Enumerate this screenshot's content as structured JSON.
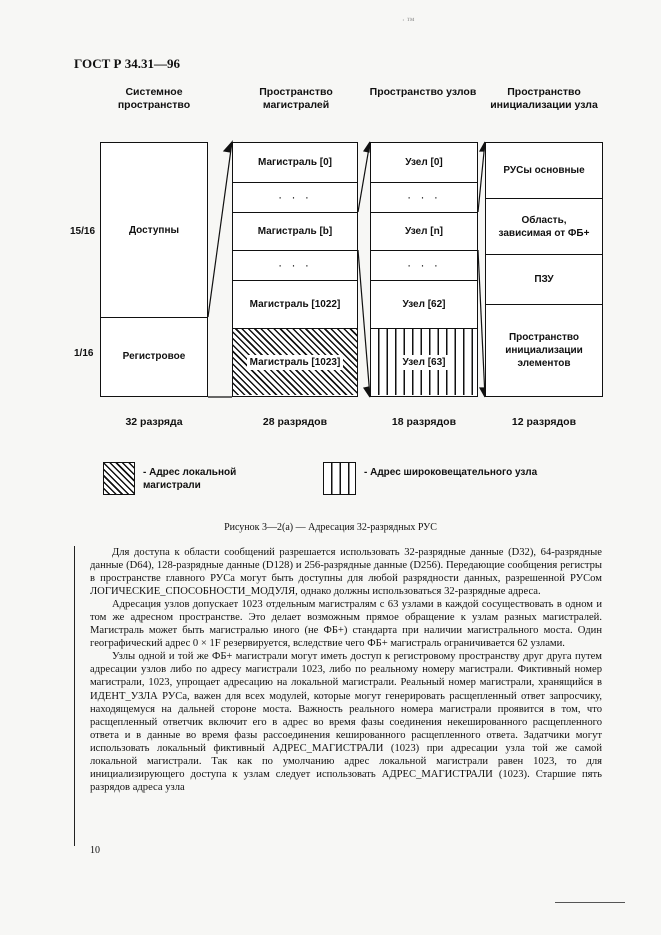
{
  "page": {
    "header": "ГОСТ Р 34.31—96",
    "top_mark": "· ™",
    "page_number": "10"
  },
  "columns": {
    "system": {
      "title": "Системное пространство",
      "cells": [
        "Доступны",
        "Регистровое"
      ],
      "footer": "32 разряда"
    },
    "bus": {
      "title": "Пространство магистралей",
      "cells": [
        "Магистраль [0]",
        "· · ·",
        "Магистраль [b]",
        "· · ·",
        "Магистраль [1022]",
        "Магистраль [1023]"
      ],
      "footer": "28 разрядов"
    },
    "nodes": {
      "title": "Пространство узлов",
      "cells": [
        "Узел [0]",
        "· · ·",
        "Узел [n]",
        "· · ·",
        "Узел [62]",
        "Узел [63]"
      ],
      "footer": "18 разрядов"
    },
    "init": {
      "title": "Пространство инициализации узла",
      "cells": [
        "РУСы основные",
        "Область, зависимая от ФБ+",
        "ПЗУ",
        "Пространство инициализации элементов"
      ],
      "footer": "12 разрядов"
    }
  },
  "side_labels": {
    "upper": "15/16",
    "lower": "1/16"
  },
  "legend": {
    "local_bus": "- Адрес локальной магистрали",
    "broadcast_node": "- Адрес широковещательного узла"
  },
  "caption": "Рисунок 3—2(а) — Адресация 32-разрядных РУС",
  "paragraphs": [
    "Для доступа к области сообщений разрешается использовать 32-разрядные данные (D32), 64-разрядные данные (D64), 128-разрядные данные (D128) и 256-разрядные данные (D256). Передающие сообщения регистры в пространстве главного РУСа могут быть доступны для любой разрядности данных, разрешенной РУСом ЛОГИЧЕСКИЕ_СПОСОБНОСТИ_МОДУЛЯ, однако должны использоваться 32-разрядные адреса.",
    "Адресация узлов допускает 1023 отдельным магистралям с 63 узлами в каждой сосуществовать в одном и том же адресном пространстве. Это делает возможным прямое обращение к узлам разных магистралей. Магистраль может быть магистралью иного (не ФБ+) стандарта при наличии магистрального моста. Один географический адрес 0 × 1F резервируется, вследствие чего ФБ+ магистраль ограничивается 62 узлами.",
    "Узлы одной и той же ФБ+ магистрали могут иметь доступ к регистровому пространству друг друга путем адресации узлов либо по адресу магистрали 1023, либо по реальному номеру магистрали. Фиктивный номер магистрали, 1023, упрощает адресацию на локальной магистрали. Реальный номер магистрали, хранящийся в ИДЕНТ_УЗЛА РУСа, важен для всех модулей, которые могут генерировать расщепленный ответ запросчику, находящемуся на дальней стороне моста. Важность реального номера магистрали проявится в том, что расщепленный ответчик включит его в адрес во время фазы соединения некешированного расщепленного ответа и в данные во время фазы рассоединения кешированного расщепленного ответа. Задатчики могут использовать локальный фиктивный АДРЕС_МАГИСТРАЛИ (1023) при адресации узла той же самой локальной магистрали. Так как по умолчанию адрес локальной магистрали равен 1023, то для инициализирующего доступа к узлам следует использовать АДРЕС_МАГИСТРАЛИ (1023). Старшие пять разрядов адреса узла"
  ]
}
